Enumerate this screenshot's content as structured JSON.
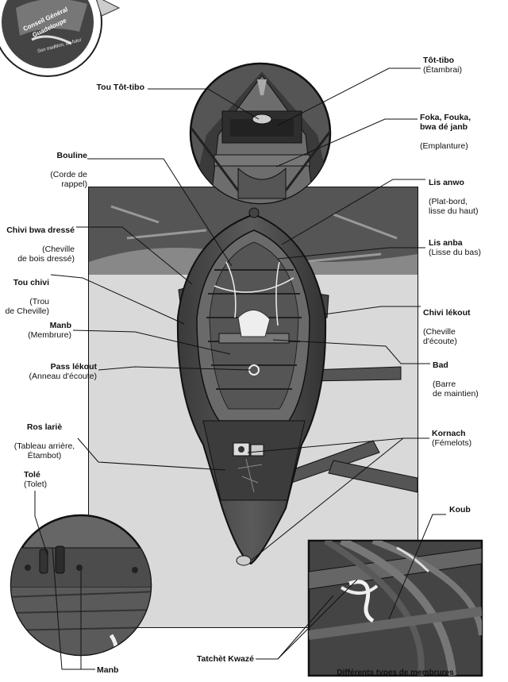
{
  "logo": {
    "text": "Conseil Général Guadeloupe",
    "tagline": "Son tradition, au futur"
  },
  "labels": {
    "tot_tibo": {
      "title": "Tôt-tibo",
      "sub": "(Étambrai)"
    },
    "tou_tot_tibo": {
      "title": "Tou Tôt-tibo",
      "sub": ""
    },
    "foka": {
      "title": "Foka, Fouka,\nbwa dé janb",
      "sub": "(Emplanture)"
    },
    "bouline": {
      "title": "Bouline",
      "sub": "(Corde de\nrappel)"
    },
    "lis_anwo": {
      "title": "Lis anwo",
      "sub": "(Plat-bord,\nlisse du haut)"
    },
    "chivi_bwa": {
      "title": "Chivi bwa dressé",
      "sub": "(Cheville\nde bois dressé)"
    },
    "lis_anba": {
      "title": "Lis anba",
      "sub": "(Lisse du bas)"
    },
    "tou_chivi": {
      "title": "Tou chivi",
      "sub": "(Trou\nde Cheville)"
    },
    "chivi_lekout": {
      "title": "Chivi lékout",
      "sub": "(Cheville\nd'écoute)"
    },
    "manb": {
      "title": "Manb",
      "sub": "(Membrure)"
    },
    "bad": {
      "title": "Bad",
      "sub": "(Barre\nde maintien)"
    },
    "pass_lekout": {
      "title": "Pass lékout",
      "sub": "(Anneau d'écoute)"
    },
    "ros_larie": {
      "title": "Ros lariè",
      "sub": "(Tableau arrière,\nÉtambot)"
    },
    "kornach": {
      "title": "Kornach",
      "sub": "(Fémelots)"
    },
    "tole": {
      "title": "Tolé",
      "sub": "(Tolet)"
    },
    "koub": {
      "title": "Koub",
      "sub": ""
    },
    "tatchet": {
      "title": "Tatchèt Kwazé",
      "sub": ""
    },
    "manb_bottom": {
      "title": "Manb",
      "sub": ""
    },
    "diff": {
      "title": "Différents types de membrures",
      "sub": ""
    }
  }
}
